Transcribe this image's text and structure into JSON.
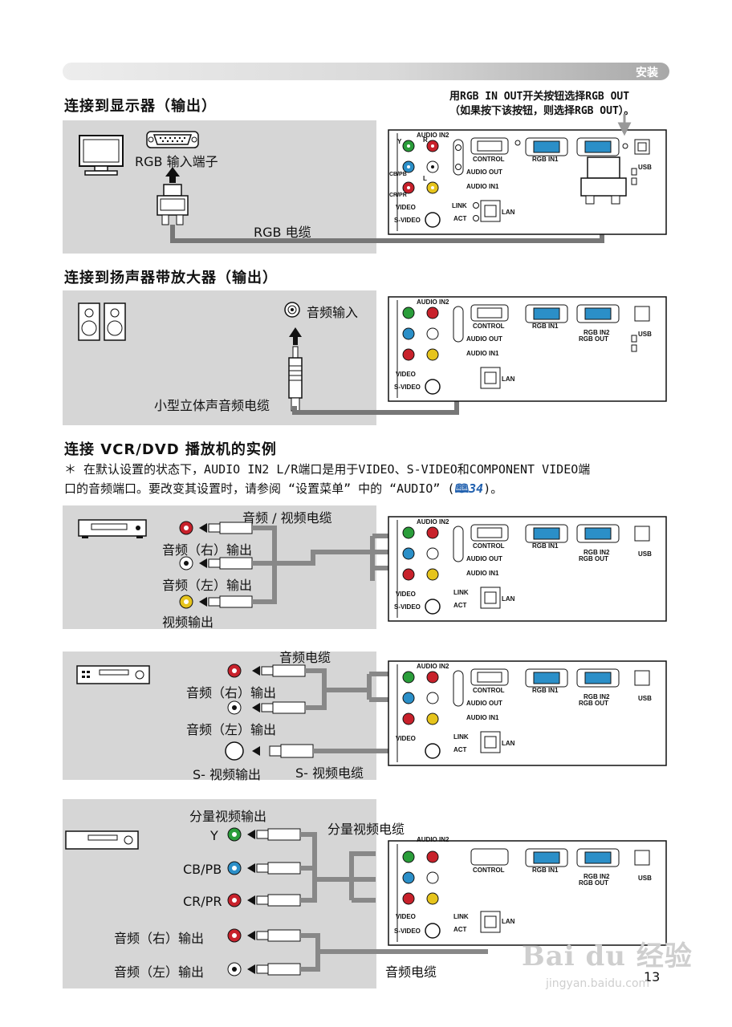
{
  "header": {
    "section": "安装"
  },
  "sec1": {
    "title": "连接到显示器（输出）",
    "note_line1": "用RGB IN OUT开关按钮选择RGB OUT",
    "note_line2": "（如果按下该按钮，则选择RGB OUT）。",
    "port_label": "RGB 输入端子",
    "cable_label": "RGB 电缆"
  },
  "sec2": {
    "title": "连接到扬声器带放大器（输出）",
    "port_label": "音频输入",
    "cable_label": "小型立体声音频电缆"
  },
  "sec3": {
    "title": "连接 VCR/DVD 播放机的实例",
    "note_line1": "＊ 在默认设置的状态下，AUDIO IN2 L/R端口是用于VIDEO、S-VIDEO和COMPONENT VIDEO端",
    "note_line2_pre": "口的音频端口。要改变其设置时，请参阅 “设置菜单” 中的 “AUDIO” (",
    "note_ref": "34",
    "note_line2_post": ")。"
  },
  "ex1": {
    "cable": "音频 / 视频电缆",
    "audio_r": "音频（右）输出",
    "audio_l": "音频（左）输出",
    "video": "视频输出"
  },
  "ex2": {
    "cable": "音频电缆",
    "audio_r": "音频（右）输出",
    "audio_l": "音频（左）输出",
    "svideo": "S- 视频输出",
    "svideo_cable": "S- 视频电缆"
  },
  "ex3": {
    "component_out": "分量视频输出",
    "component_cable": "分量视频电缆",
    "y": "Y",
    "cb": "CB/PB",
    "cr": "CR/PR",
    "audio_r": "音频（右）输出",
    "audio_l": "音频（左）输出",
    "audio_cable": "音频电缆"
  },
  "panel": {
    "audio_in2": "AUDIO IN2",
    "y": "Y",
    "r": "R",
    "l": "L",
    "cb": "CB/PB",
    "cr": "CR/PR",
    "video": "VIDEO",
    "svideo": "S-VIDEO",
    "control": "CONTROL",
    "rgb_in1": "RGB IN1",
    "audio_out": "AUDIO OUT",
    "audio_in1": "AUDIO IN1",
    "link": "LINK",
    "act": "ACT",
    "lan": "LAN",
    "rgb_in2": "RGB IN2",
    "rgb_out": "RGB OUT",
    "usb": "USB"
  },
  "page_number": "13",
  "watermark": {
    "logo": "Bai du 经验",
    "url": "jingyan.baidu.com"
  }
}
